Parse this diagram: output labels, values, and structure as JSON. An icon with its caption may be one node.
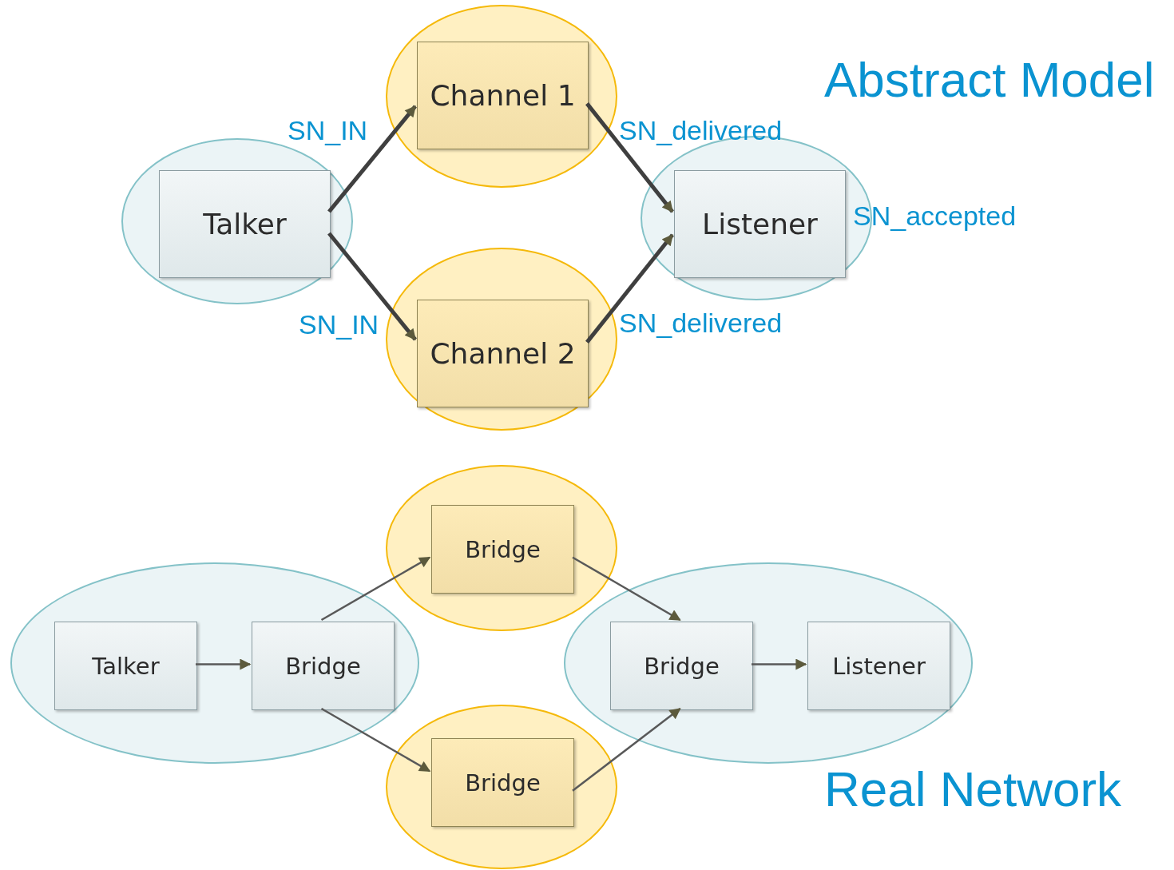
{
  "diagram": {
    "nodes": [
      {
        "text": [],
        "shape": "ellipse"
      },
      {
        "text": [
          "Talker"
        ],
        "in": 0
      },
      {
        "text": [],
        "shape": "ellipse"
      },
      {
        "text": [
          "Channel 1"
        ],
        "in": 2
      },
      {
        "text": [],
        "shape": "ellipse"
      },
      {
        "text": [
          "Channel 2"
        ],
        "in": 4
      },
      {
        "text": [],
        "shape": "ellipse"
      },
      {
        "text": [
          "Listener"
        ],
        "in": 6,
        "beside": [
          "SN_accepted"
        ]
      },
      {
        "text": [],
        "shape": "ellipse"
      },
      {
        "text": [
          "Talker"
        ],
        "in": 8
      },
      {
        "text": [
          "Bridge"
        ],
        "in": 8
      },
      {
        "text": [],
        "shape": "ellipse"
      },
      {
        "text": [
          "Bridge"
        ],
        "in": 11
      },
      {
        "text": [],
        "shape": "ellipse"
      },
      {
        "text": [
          "Bridge"
        ],
        "in": 13
      },
      {
        "text": [],
        "shape": "ellipse"
      },
      {
        "text": [
          "Bridge"
        ],
        "in": 15
      },
      {
        "text": [
          "Listener"
        ],
        "in": 15
      }
    ],
    "edges": [
      {
        "from": 1,
        "to": 3,
        "arrow": "to",
        "label": "SN_IN",
        "style": "thick"
      },
      {
        "from": 3,
        "to": 7,
        "arrow": "to",
        "label": "SN_delivered",
        "style": "thick"
      },
      {
        "from": 1,
        "to": 5,
        "arrow": "to",
        "label": "SN_IN",
        "style": "thick"
      },
      {
        "from": 5,
        "to": 7,
        "arrow": "to",
        "label": "SN_delivered",
        "style": "thick"
      },
      {
        "from": 9,
        "to": 10,
        "arrow": "to"
      },
      {
        "from": 10,
        "to": 12,
        "arrow": "to"
      },
      {
        "from": 10,
        "to": 14,
        "arrow": "to"
      },
      {
        "from": 12,
        "to": 16,
        "arrow": "to"
      },
      {
        "from": 14,
        "to": 16,
        "arrow": "to"
      },
      {
        "from": 16,
        "to": 17,
        "arrow": "to"
      }
    ],
    "labels": [
      "Abstract Model",
      "Real Network"
    ]
  }
}
